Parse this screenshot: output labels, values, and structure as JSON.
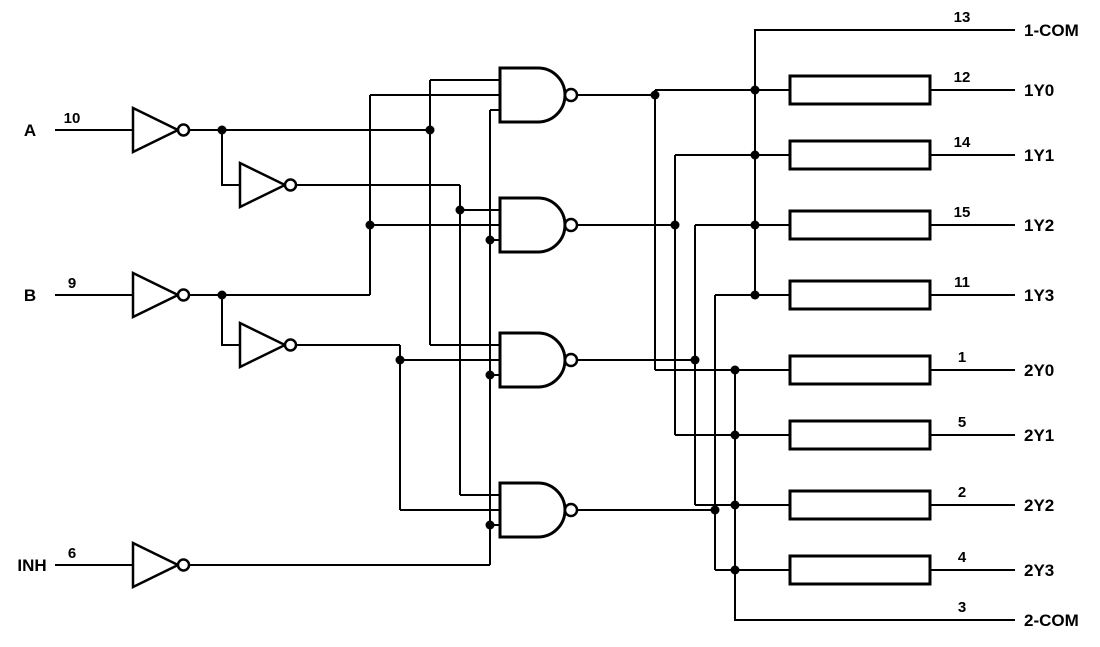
{
  "diagram": {
    "type": "logic-schematic-mux-demux",
    "inputs": [
      {
        "label": "A",
        "pin": "10"
      },
      {
        "label": "B",
        "pin": "9"
      },
      {
        "label": "INH",
        "pin": "6"
      }
    ],
    "outputs": [
      {
        "label": "1-COM",
        "pin": "13"
      },
      {
        "label": "1Y0",
        "pin": "12"
      },
      {
        "label": "1Y1",
        "pin": "14"
      },
      {
        "label": "1Y2",
        "pin": "15"
      },
      {
        "label": "1Y3",
        "pin": "11"
      },
      {
        "label": "2Y0",
        "pin": "1"
      },
      {
        "label": "2Y1",
        "pin": "5"
      },
      {
        "label": "2Y2",
        "pin": "2"
      },
      {
        "label": "2Y3",
        "pin": "4"
      },
      {
        "label": "2-COM",
        "pin": "3"
      }
    ],
    "gates": {
      "inverters": 5,
      "nand_gates": 4,
      "transmission_gates": 8
    },
    "colors": {
      "line": "#000000",
      "background": "#ffffff"
    }
  }
}
